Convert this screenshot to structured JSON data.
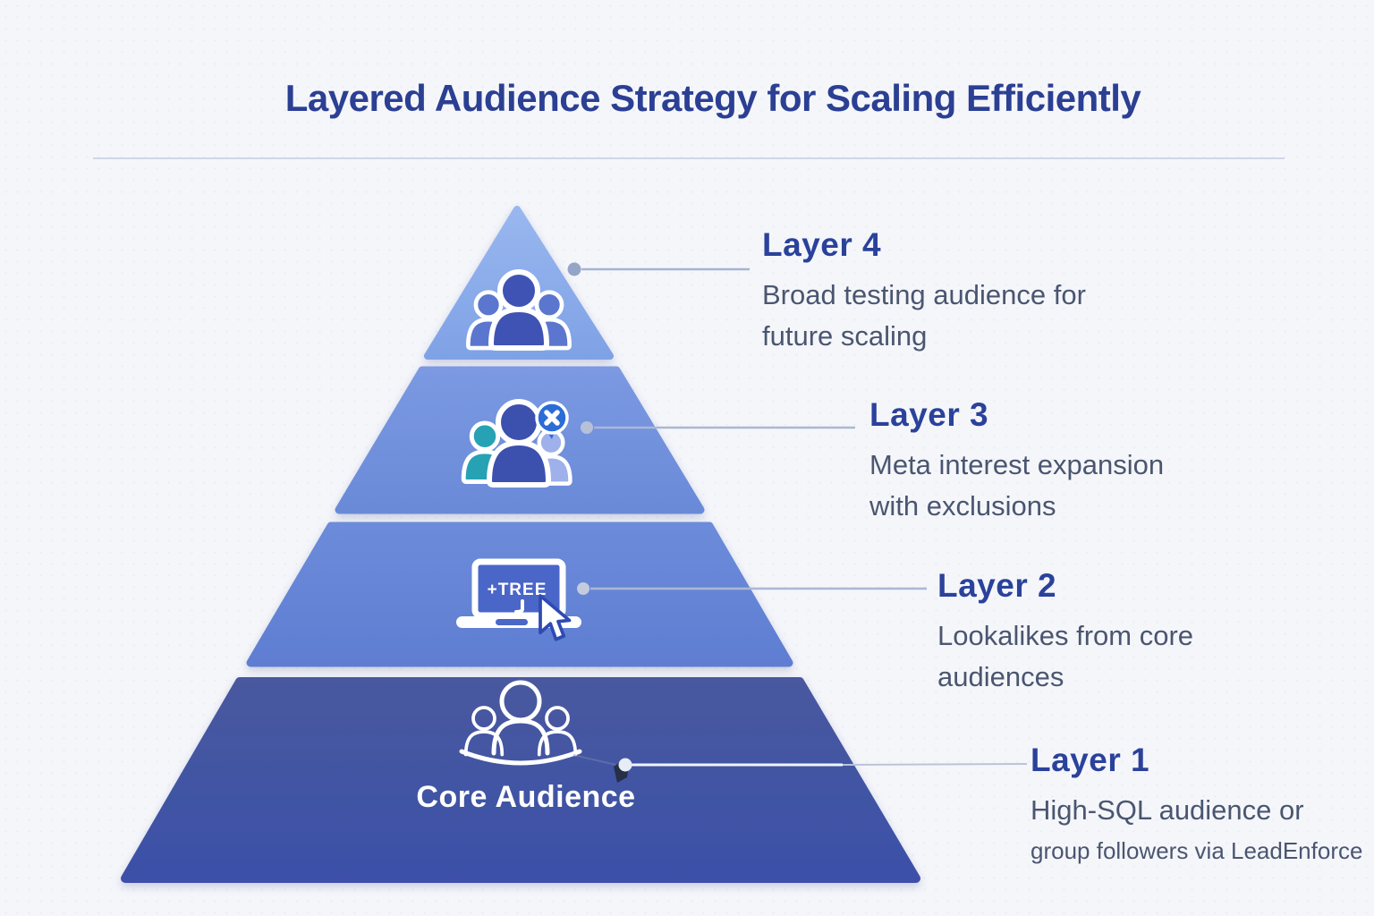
{
  "title": "Layered Audience Strategy for Scaling Efficiently",
  "pyramid": {
    "core_label": "Core Audience",
    "laptop_screen_text": "+TREE",
    "layers": [
      {
        "name": "layer-4",
        "color": "#86a8e8",
        "icon": "audience-group-icon"
      },
      {
        "name": "layer-3",
        "color": "#7090dc",
        "icon": "audience-exclusion-icon"
      },
      {
        "name": "layer-2",
        "color": "#6282d6",
        "icon": "lookalike-laptop-icon"
      },
      {
        "name": "layer-1",
        "color": "#3d51a6",
        "icon": "core-audience-outline-icon"
      }
    ]
  },
  "callouts": [
    {
      "label": "Layer 4",
      "line1": "Broad testing audience for",
      "line2": "future scaling"
    },
    {
      "label": "Layer 3",
      "line1": "Meta interest expansion",
      "line2": "with exclusions"
    },
    {
      "label": "Layer 2",
      "line1": "Lookalikes from core",
      "line2": "audiences"
    },
    {
      "label": "Layer 1",
      "line1": "High-SQL audience or",
      "line2": "group followers via LeadEnforce"
    }
  ],
  "colors": {
    "background": "#f5f6fa",
    "title_text": "#2b3f93",
    "label_text": "#2a429b",
    "description_text": "#4a5670",
    "connector": "#a5b4d2",
    "divider": "#cfd6e6",
    "core_label_text": "#ffffff"
  }
}
